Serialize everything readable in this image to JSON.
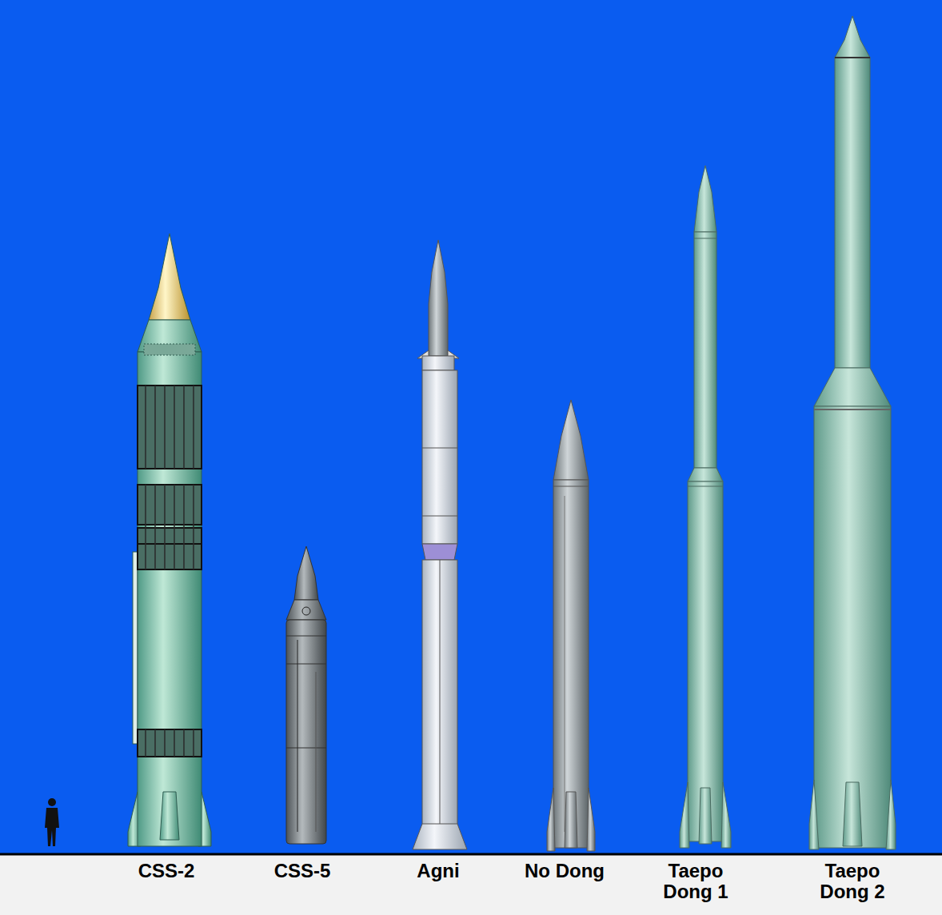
{
  "diagram": {
    "labels": [
      "CSS-2",
      "CSS-5",
      "Agni",
      "No Dong",
      "Taepo Dong 1",
      "Taepo Dong 2"
    ]
  }
}
